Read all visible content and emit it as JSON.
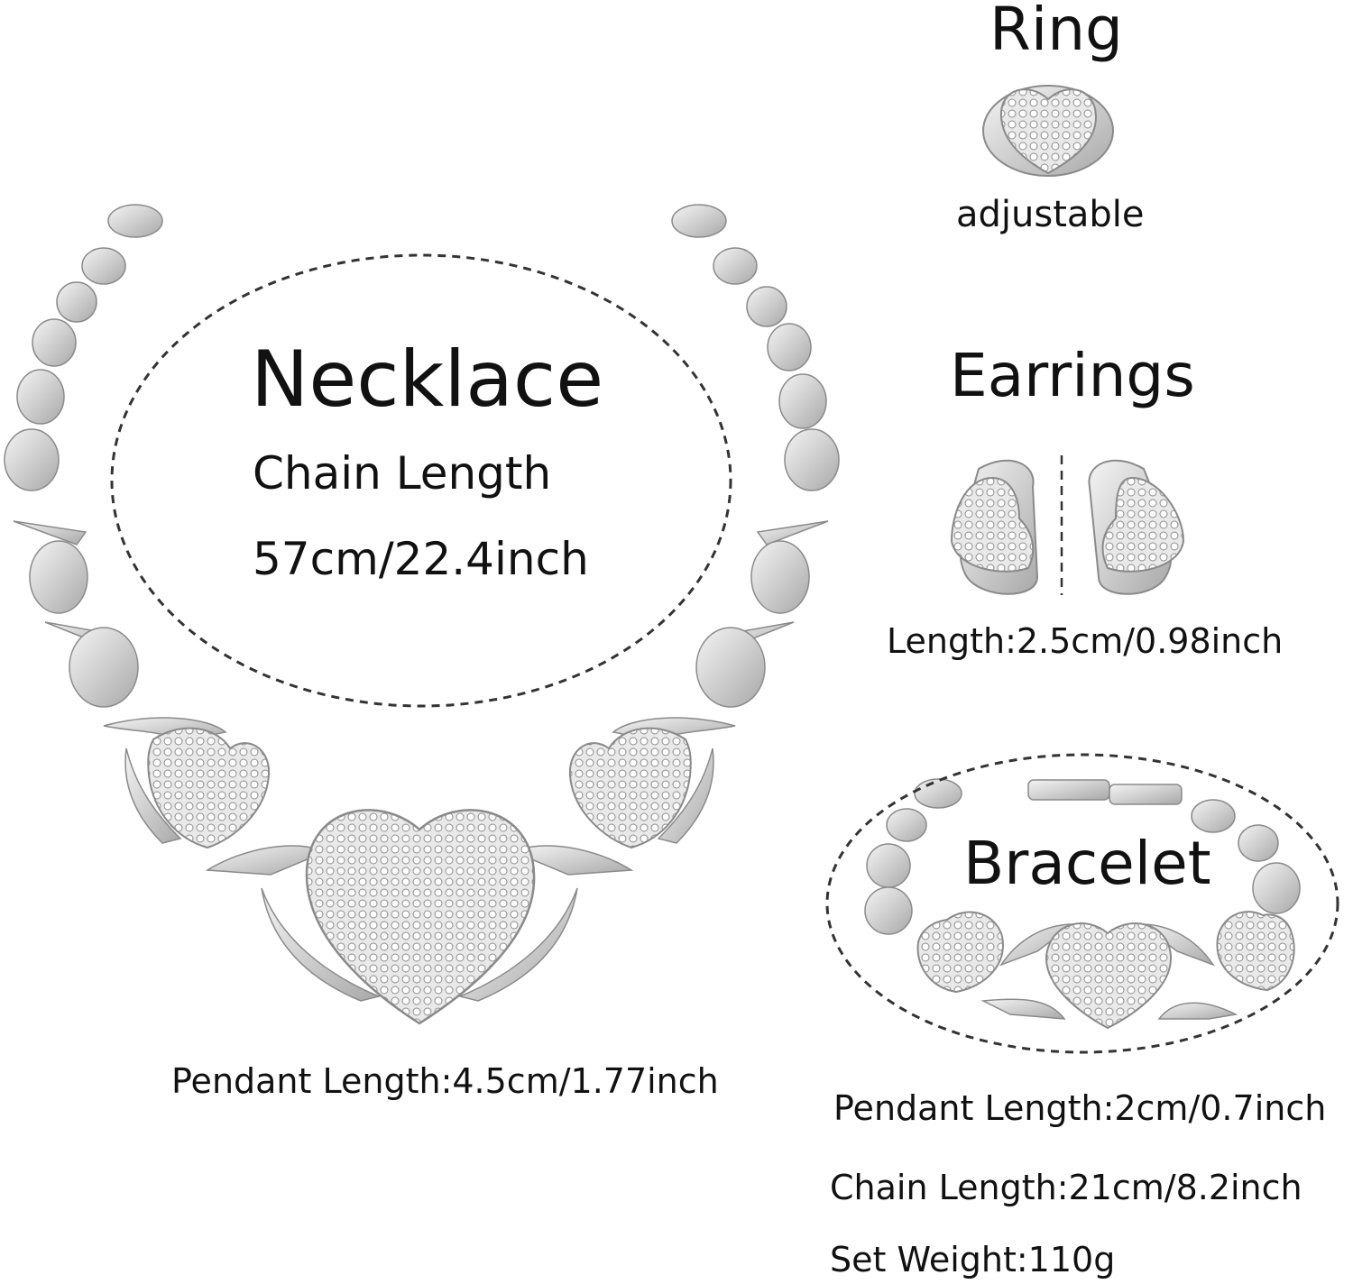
{
  "necklace": {
    "title": "Necklace",
    "chain_label": "Chain Length",
    "chain_value": "57cm/22.4inch",
    "pendant_length": "Pendant Length:4.5cm/1.77inch"
  },
  "ring": {
    "title": "Ring",
    "note": "adjustable"
  },
  "earrings": {
    "title": "Earrings",
    "length": "Length:2.5cm/0.98inch"
  },
  "bracelet": {
    "title": "Bracelet",
    "pendant_length": "Pendant Length:2cm/0.7inch",
    "chain_length": "Chain Length:21cm/8.2inch"
  },
  "set_weight": "Set Weight:110g",
  "colors": {
    "metal": "#d8d8d8",
    "metal_dark": "#9a9a9a",
    "text": "#111111",
    "dash": "#333333"
  },
  "icons": [
    "necklace-image",
    "ring-image",
    "earring-image",
    "bracelet-image"
  ]
}
